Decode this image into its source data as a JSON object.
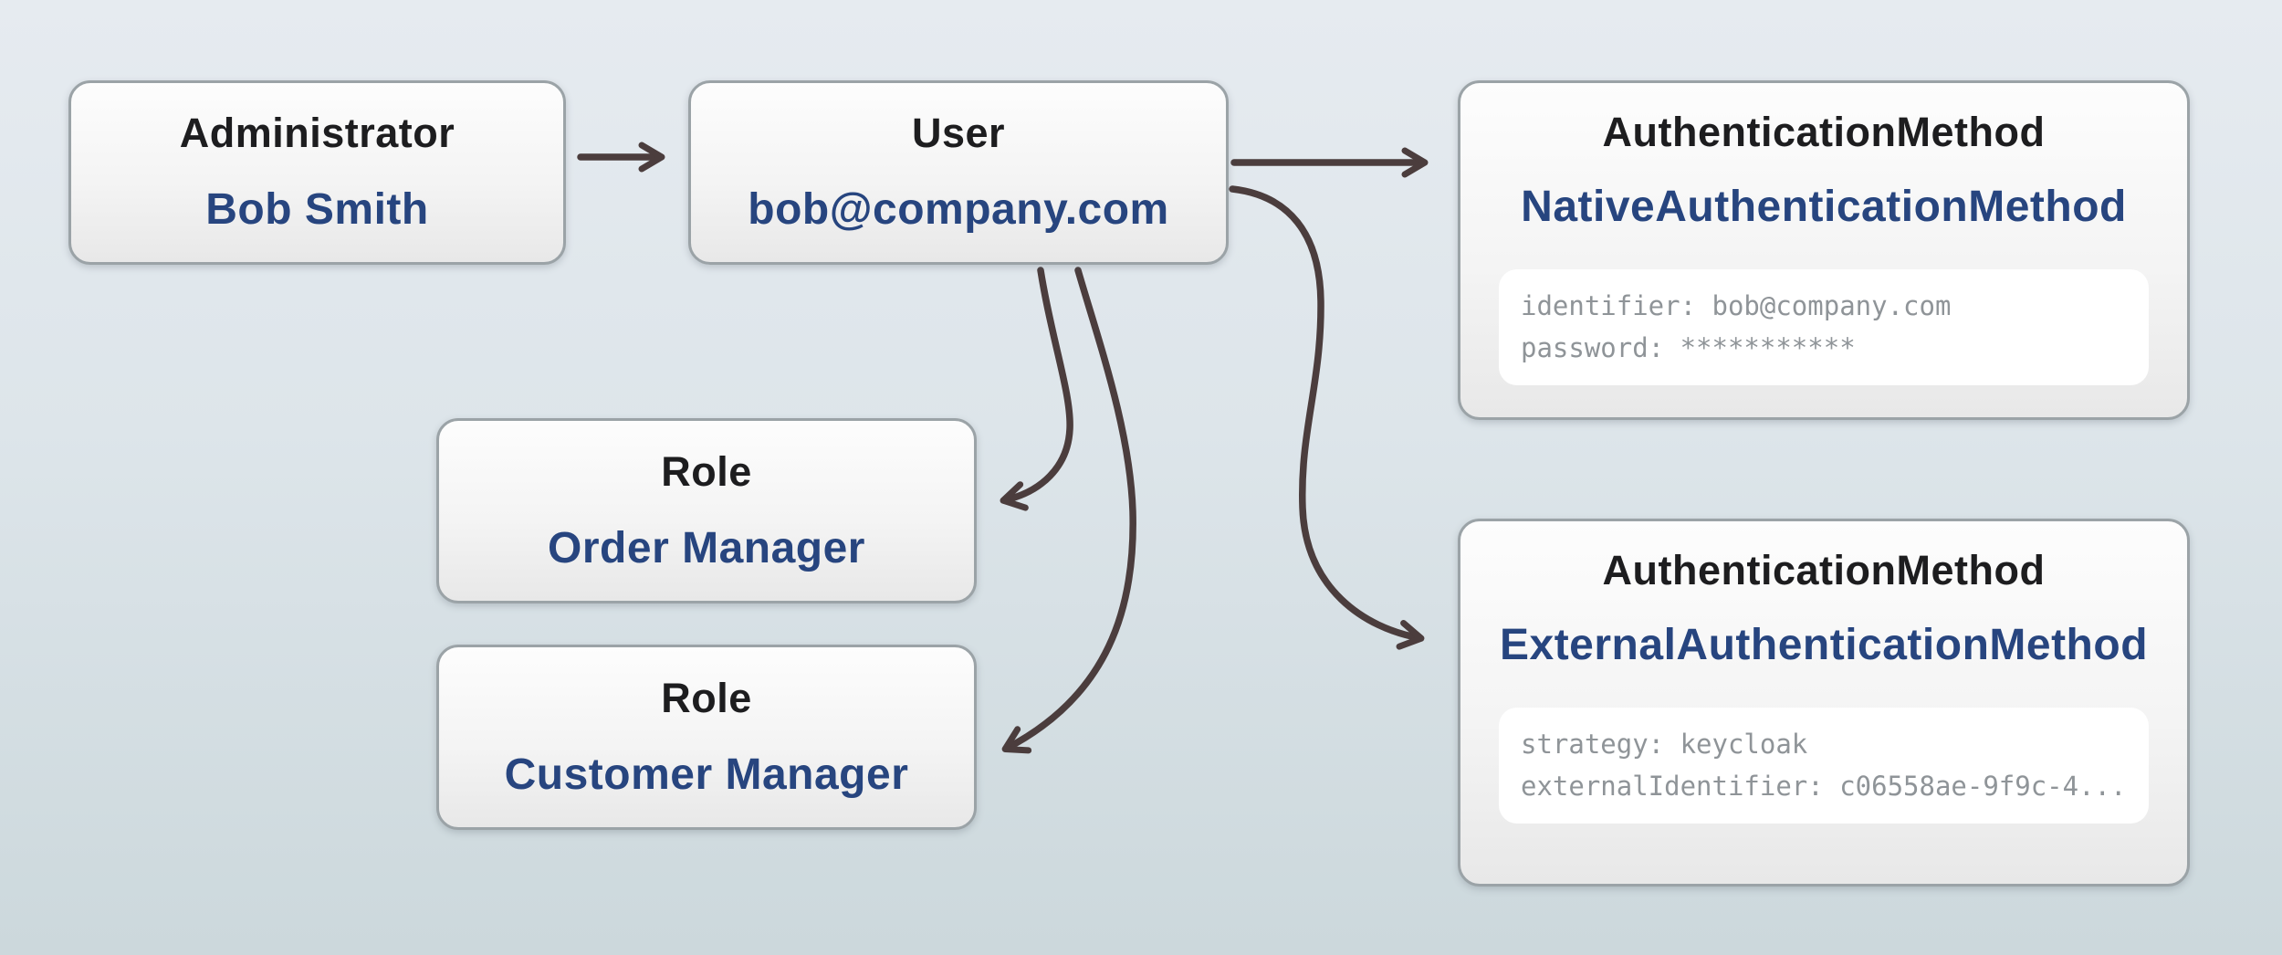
{
  "diagram": {
    "background": {
      "top": "#e6ebf0",
      "bottom": "#ccd8dc"
    },
    "palette": {
      "type_text": "#1d1d1f",
      "value_text": "#27457f",
      "property_text": "#8f9498",
      "node_border": "#9ba3a7",
      "node_fill_top": "#fdfdfd",
      "node_fill_bottom": "#e8e8e8",
      "panel_fill": "#ffffff",
      "arrow": "#4b3d3d"
    }
  },
  "nodes": [
    {
      "id": "administrator",
      "type_label": "Administrator",
      "value": "Bob Smith"
    },
    {
      "id": "user",
      "type_label": "User",
      "value": "bob@company.com"
    },
    {
      "id": "native-authentication-method",
      "type_label": "AuthenticationMethod",
      "value": "NativeAuthenticationMethod",
      "lines": [
        "identifier: bob@company.com",
        "password: ***********"
      ]
    },
    {
      "id": "role-order-manager",
      "type_label": "Role",
      "value": "Order Manager"
    },
    {
      "id": "role-customer-manager",
      "type_label": "Role",
      "value": "Customer Manager"
    },
    {
      "id": "external-authentication-method",
      "type_label": "AuthenticationMethod",
      "value": "ExternalAuthenticationMethod",
      "lines": [
        "strategy: keycloak",
        "externalIdentifier: c06558ae-9f9c-4..."
      ]
    }
  ],
  "edges": [
    {
      "from": "administrator",
      "to": "user"
    },
    {
      "from": "user",
      "to": "native-authentication-method"
    },
    {
      "from": "user",
      "to": "external-authentication-method"
    },
    {
      "from": "user",
      "to": "role-order-manager"
    },
    {
      "from": "user",
      "to": "role-customer-manager"
    }
  ]
}
